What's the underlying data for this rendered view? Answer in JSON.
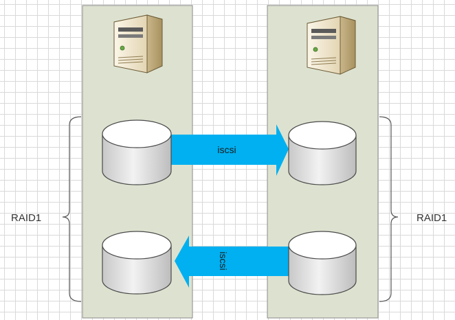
{
  "diagram": {
    "left_raid_label": "RAID1",
    "right_raid_label": "RAID1",
    "top_link_label": "iscsi",
    "bottom_link_label": "iscsi"
  },
  "colors": {
    "panel_fill": "#dde2d0",
    "panel_stroke": "#8a8a8a",
    "arrow_fill": "#00b0f0",
    "disk_fill": "#e6e6e6",
    "disk_top": "#ffffff",
    "disk_stroke": "#4a4a4a",
    "server_body": "#e8dcc0",
    "server_dark": "#b8a578"
  }
}
